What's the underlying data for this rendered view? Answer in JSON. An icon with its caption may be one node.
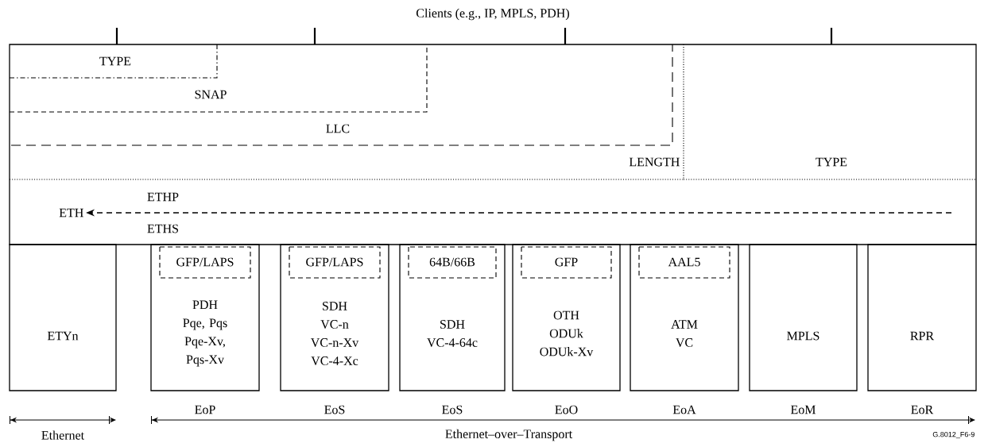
{
  "diagram": {
    "nodes": [
      {
        "text": [],
        "shape": "box"
      },
      {
        "text": [
          "LENGTH"
        ],
        "in": 0
      },
      {
        "text": [
          "LLC"
        ],
        "in": 1
      },
      {
        "text": [
          "SNAP"
        ],
        "in": 2
      },
      {
        "text": [
          "TYPE"
        ],
        "in": 3
      },
      {
        "text": [
          "TYPE"
        ],
        "in": 0
      },
      {
        "text": [
          "ETH"
        ],
        "in": 0
      },
      {
        "text": [
          "ETYn"
        ]
      },
      {
        "text": [
          "PDH Pqe, Pqs Pqe-Xv, Pqs-Xv"
        ],
        "beside": [
          "EoP"
        ]
      },
      {
        "text": [
          "GFP/LAPS"
        ],
        "in": 8
      },
      {
        "text": [
          "SDH VC-n VC-n-Xv VC-4-Xc"
        ],
        "beside": [
          "EoS"
        ]
      },
      {
        "text": [
          "GFP/LAPS"
        ],
        "in": 10
      },
      {
        "text": [
          "SDH VC-4-64c"
        ],
        "beside": [
          "EoS"
        ]
      },
      {
        "text": [
          "64B/66B"
        ],
        "in": 12
      },
      {
        "text": [
          "OTH ODUk ODUk-Xv"
        ],
        "beside": [
          "EoO"
        ]
      },
      {
        "text": [
          "GFP"
        ],
        "in": 14
      },
      {
        "text": [
          "ATM VC"
        ],
        "beside": [
          "EoA"
        ]
      },
      {
        "text": [
          "AAL5"
        ],
        "in": 16
      },
      {
        "text": [
          "MPLS"
        ],
        "beside": [
          "EoM"
        ]
      },
      {
        "text": [
          "RPR"
        ],
        "beside": [
          "EoR"
        ]
      }
    ],
    "edges": [
      {
        "from": null,
        "to": 6,
        "arrow": "to",
        "style": "dashed"
      }
    ],
    "labels": [
      "Clients (e.g., IP, MPLS, PDH)",
      "ETHP",
      "ETHS",
      "Ethernet",
      "Ethernet–over–Transport",
      "G.8012_F6-9"
    ]
  }
}
